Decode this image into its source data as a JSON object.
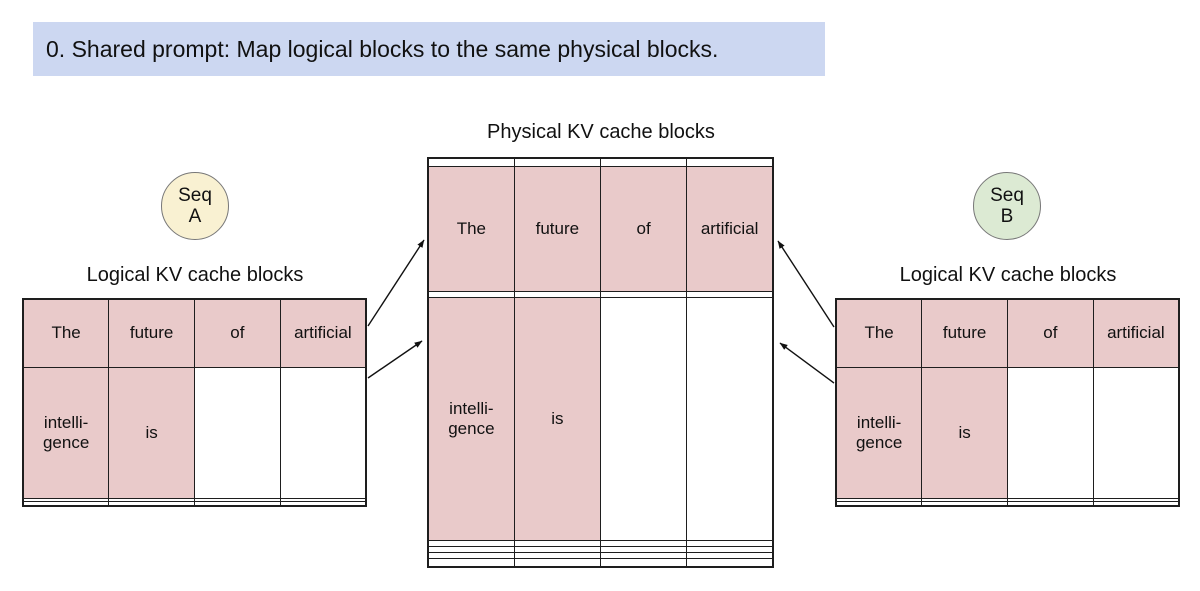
{
  "colors": {
    "highlight": "#e9caca",
    "banner_bg": "#ccd7f1",
    "seq_a_bg": "#f9f1d2",
    "seq_b_bg": "#dcead3"
  },
  "banner": {
    "text": "0. Shared prompt: Map logical blocks to the same physical blocks."
  },
  "physical": {
    "title": "Physical KV cache blocks",
    "rows": [
      [
        "",
        "",
        "",
        ""
      ],
      [
        "The",
        "future",
        "of",
        "artificial"
      ],
      [
        "",
        "",
        "",
        ""
      ],
      [
        "intelli-\ngence",
        "is",
        "",
        ""
      ],
      [
        "",
        "",
        "",
        ""
      ],
      [
        "",
        "",
        "",
        ""
      ],
      [
        "",
        "",
        "",
        ""
      ],
      [
        "",
        "",
        "",
        ""
      ]
    ]
  },
  "seq_a": {
    "label": "Seq\nA"
  },
  "seq_b": {
    "label": "Seq\nB"
  },
  "logical_a": {
    "title": "Logical KV cache blocks",
    "rows": [
      [
        "The",
        "future",
        "of",
        "artificial"
      ],
      [
        "intelli-\ngence",
        "is",
        "",
        ""
      ],
      [
        "",
        "",
        "",
        ""
      ],
      [
        "",
        "",
        "",
        ""
      ]
    ]
  },
  "logical_b": {
    "title": "Logical KV cache blocks",
    "rows": [
      [
        "The",
        "future",
        "of",
        "artificial"
      ],
      [
        "intelli-\ngence",
        "is",
        "",
        ""
      ],
      [
        "",
        "",
        "",
        ""
      ],
      [
        "",
        "",
        "",
        ""
      ]
    ]
  }
}
